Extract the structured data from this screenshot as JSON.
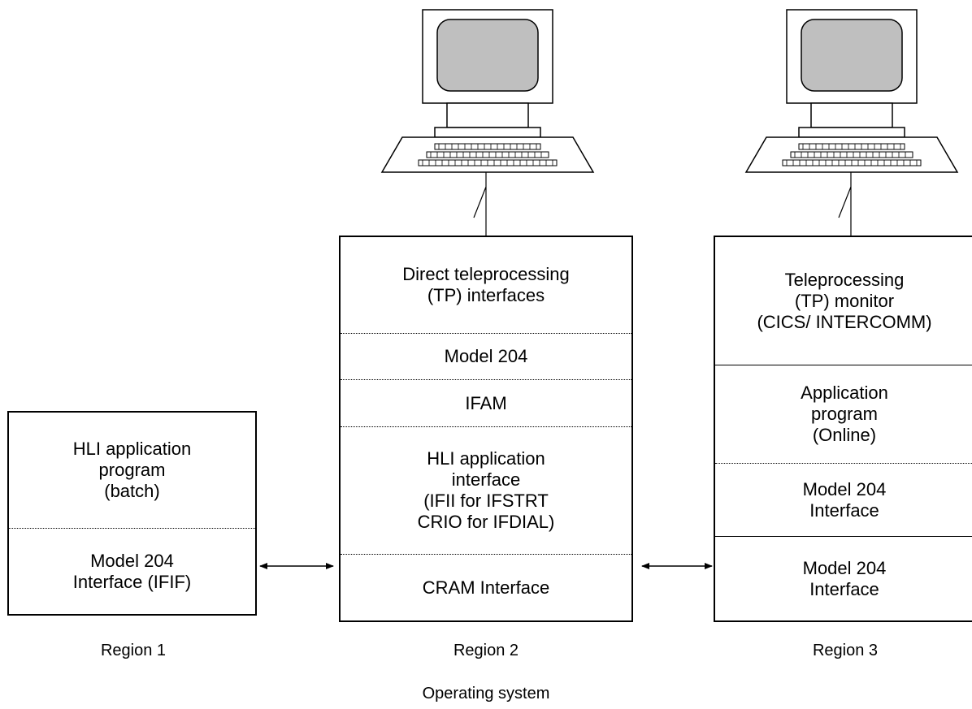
{
  "region1": {
    "sections": [
      "HLI application\nprogram\n(batch)",
      "Model 204\nInterface (IFIF)"
    ],
    "label": "Region 1"
  },
  "region2": {
    "sections": [
      "Direct teleprocessing\n(TP) interfaces",
      "Model 204",
      "IFAM",
      "HLI application\ninterface\n(IFII for IFSTRT\nCRIO for IFDIAL)",
      "CRAM Interface"
    ],
    "label": "Region 2"
  },
  "region3": {
    "sections": [
      "Teleprocessing\n(TP) monitor\n(CICS/ INTERCOMM)",
      "Application\nprogram\n(Online)",
      "Model 204\nInterface",
      "Model 204\nInterface"
    ],
    "label": "Region 3"
  },
  "footer": {
    "label": "Operating system"
  },
  "icons": [
    "terminal-icon",
    "terminal-icon",
    "double-arrow",
    "double-arrow"
  ]
}
